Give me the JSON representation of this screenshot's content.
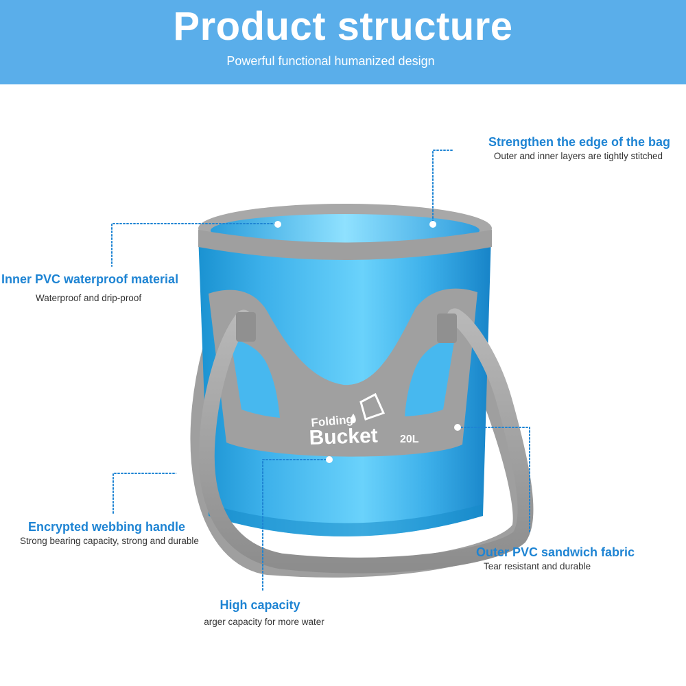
{
  "header": {
    "title": "Product structure",
    "subtitle": "Powerful functional humanized design"
  },
  "product": {
    "brand_line1": "Folding",
    "brand_line2": "Bucket",
    "capacity": "20L",
    "body_color": "#46b7ee",
    "trim_color": "#9e9e9e"
  },
  "callouts": [
    {
      "title": "Strengthen the edge of the bag",
      "desc": "Outer and inner layers are tightly stitched"
    },
    {
      "title": "Inner PVC waterproof material",
      "desc": "Waterproof and drip-proof"
    },
    {
      "title": "Encrypted webbing handle",
      "desc": "Strong bearing capacity, strong and durable"
    },
    {
      "title": "Outer PVC sandwich fabric",
      "desc": "Tear resistant and durable"
    },
    {
      "title": "High capacity",
      "desc": "arger capacity for more water"
    }
  ]
}
